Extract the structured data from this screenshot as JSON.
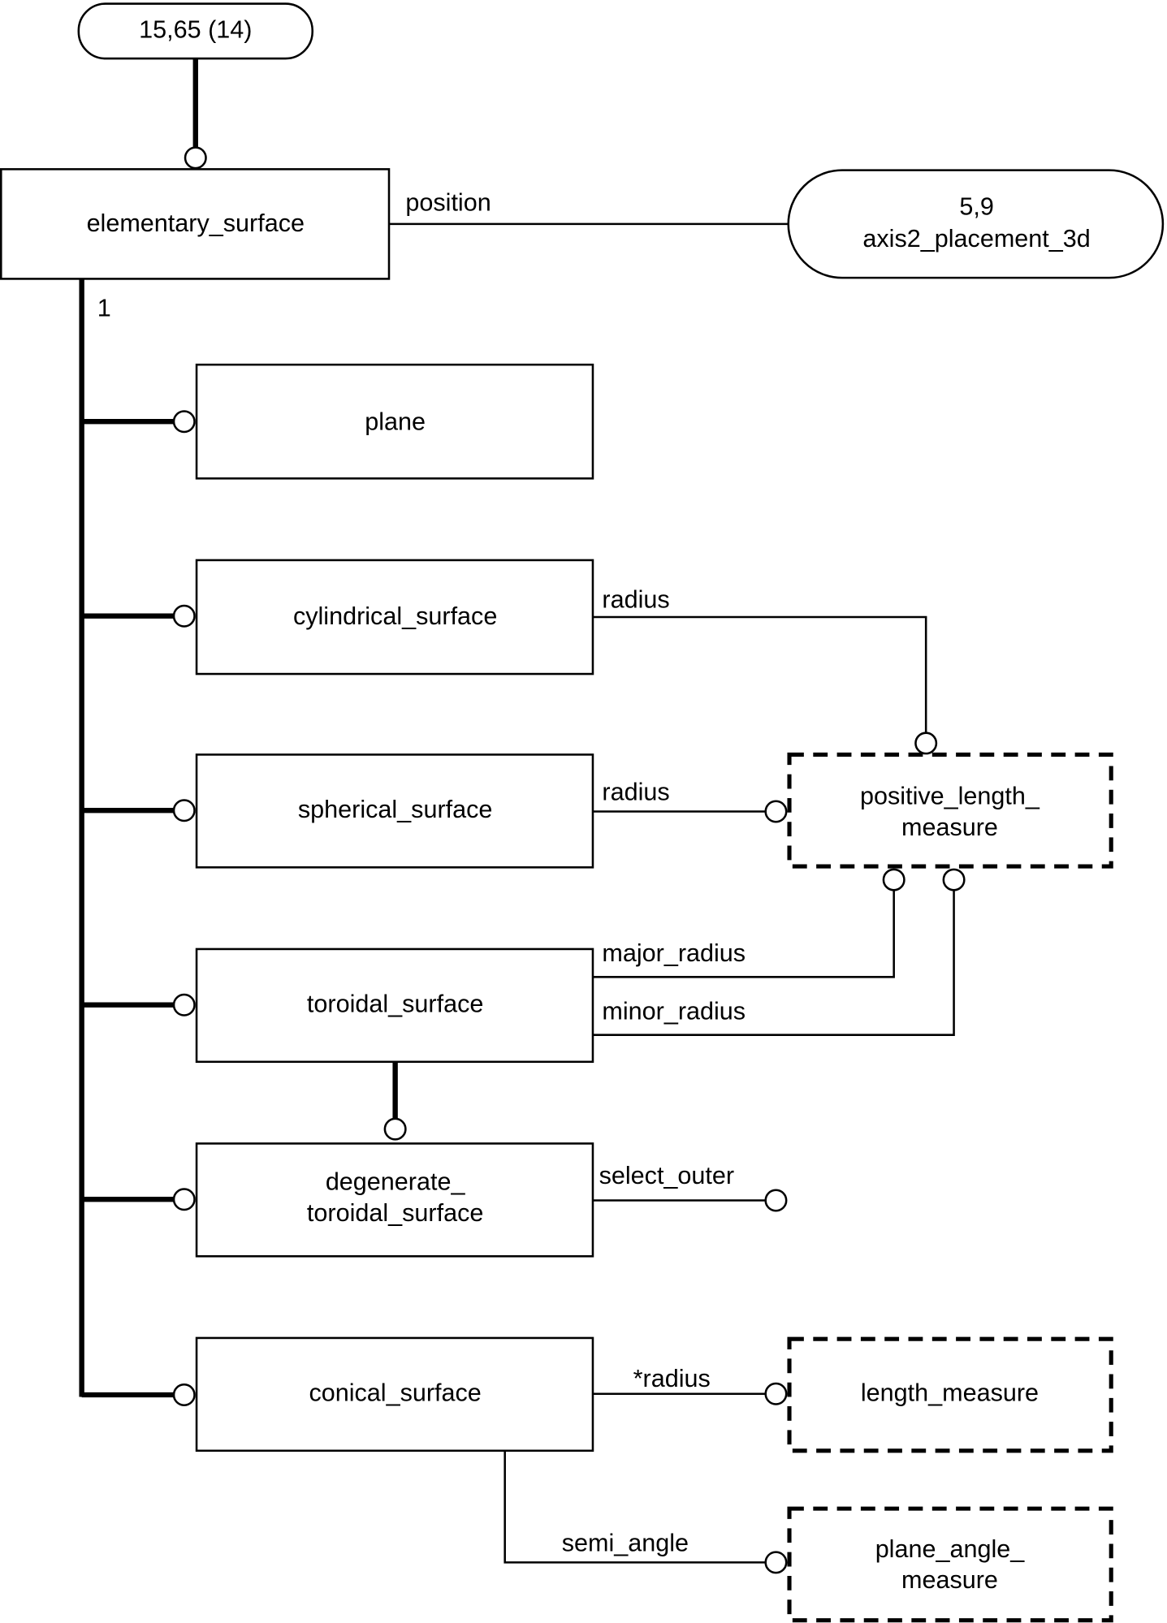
{
  "diagram": {
    "type": "EXPRESS-G",
    "page_refs": {
      "top": "15,65 (14)",
      "position_target_ref": "5,9",
      "position_target_name": "axis2_placement_3d"
    },
    "supertype": {
      "name": "elementary_surface",
      "subtype_cardinality": "1",
      "attribute": "position"
    },
    "subtypes": [
      {
        "name": "plane"
      },
      {
        "name": "cylindrical_surface",
        "attribute": "radius"
      },
      {
        "name": "spherical_surface",
        "attribute": "radius"
      },
      {
        "name": "toroidal_surface",
        "attributes": [
          "major_radius",
          "minor_radius"
        ]
      },
      {
        "name_line1": "degenerate_",
        "name_line2": "toroidal_surface",
        "attribute": "select_outer"
      },
      {
        "name": "conical_surface",
        "attributes": [
          "*radius",
          "semi_angle"
        ]
      }
    ],
    "defined_types": {
      "positive_length_measure_line1": "positive_length_",
      "positive_length_measure_line2": "measure",
      "length_measure": "length_measure",
      "plane_angle_measure_line1": "plane_angle_",
      "plane_angle_measure_line2": "measure"
    }
  }
}
